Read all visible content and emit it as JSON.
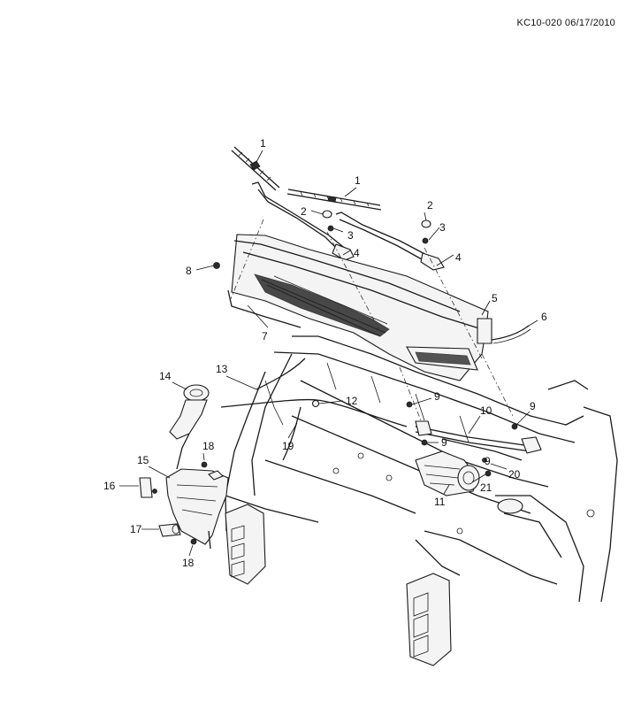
{
  "header": {
    "reference": "KC10-020 06/17/2010"
  },
  "callouts": [
    {
      "id": "c1a",
      "label": "1"
    },
    {
      "id": "c1b",
      "label": "1"
    },
    {
      "id": "c2a",
      "label": "2"
    },
    {
      "id": "c2b",
      "label": "2"
    },
    {
      "id": "c3a",
      "label": "3"
    },
    {
      "id": "c3b",
      "label": "3"
    },
    {
      "id": "c4a",
      "label": "4"
    },
    {
      "id": "c4b",
      "label": "4"
    },
    {
      "id": "c5",
      "label": "5"
    },
    {
      "id": "c6",
      "label": "6"
    },
    {
      "id": "c7",
      "label": "7"
    },
    {
      "id": "c8",
      "label": "8"
    },
    {
      "id": "c9a",
      "label": "9"
    },
    {
      "id": "c9b",
      "label": "9"
    },
    {
      "id": "c9c",
      "label": "9"
    },
    {
      "id": "c9d",
      "label": "9"
    },
    {
      "id": "c10",
      "label": "10"
    },
    {
      "id": "c11",
      "label": "11"
    },
    {
      "id": "c12",
      "label": "12"
    },
    {
      "id": "c13",
      "label": "13"
    },
    {
      "id": "c14",
      "label": "14"
    },
    {
      "id": "c15",
      "label": "15"
    },
    {
      "id": "c16",
      "label": "16"
    },
    {
      "id": "c17",
      "label": "17"
    },
    {
      "id": "c18a",
      "label": "18"
    },
    {
      "id": "c18b",
      "label": "18"
    },
    {
      "id": "c19",
      "label": "19"
    },
    {
      "id": "c20",
      "label": "20"
    },
    {
      "id": "c21",
      "label": "21"
    }
  ]
}
